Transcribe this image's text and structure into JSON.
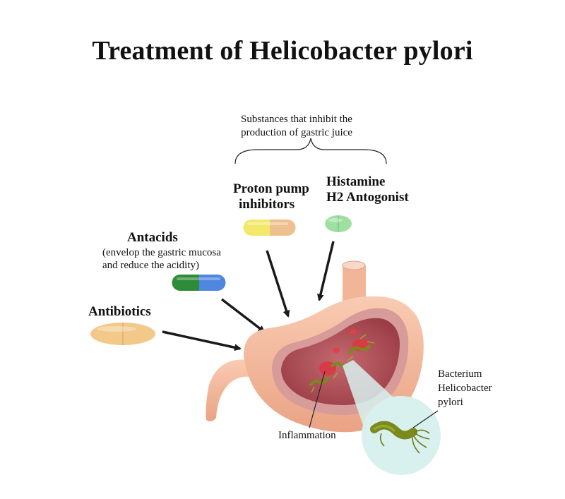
{
  "title": "Treatment of Helicobacter pylori",
  "group_label": {
    "line1": "Substances that inhibit the",
    "line2": "production of gastric juice"
  },
  "treatments": {
    "ppi": {
      "line1": "Proton pump",
      "line2": "inhibitors"
    },
    "h2": {
      "line1": "Histamine",
      "line2": "H2 Antogonist"
    },
    "antacids": {
      "name": "Antacids",
      "note1": "(envelop the gastric mucosa",
      "note2": "and reduce the acidity)"
    },
    "antibiotics": {
      "name": "Antibiotics"
    }
  },
  "labels": {
    "inflammation": "Inflammation",
    "bacterium1": "Bacterium",
    "bacterium2": "Helicobacter",
    "bacterium3": "pylori"
  },
  "colors": {
    "ppi_left": "#f2e96a",
    "ppi_right": "#eec08e",
    "h2_pill": "#9fe0a0",
    "antacid_left": "#2e8b3a",
    "antacid_right": "#4f86e0",
    "antibiotic_pill": "#f3c98a",
    "stomach_outer": "#f7bfa3",
    "stomach_inner": "#c8868a",
    "stomach_lumen": "#b5525a",
    "bacterium": "#7a8a1c",
    "magnifier": "#d8f1ef"
  }
}
